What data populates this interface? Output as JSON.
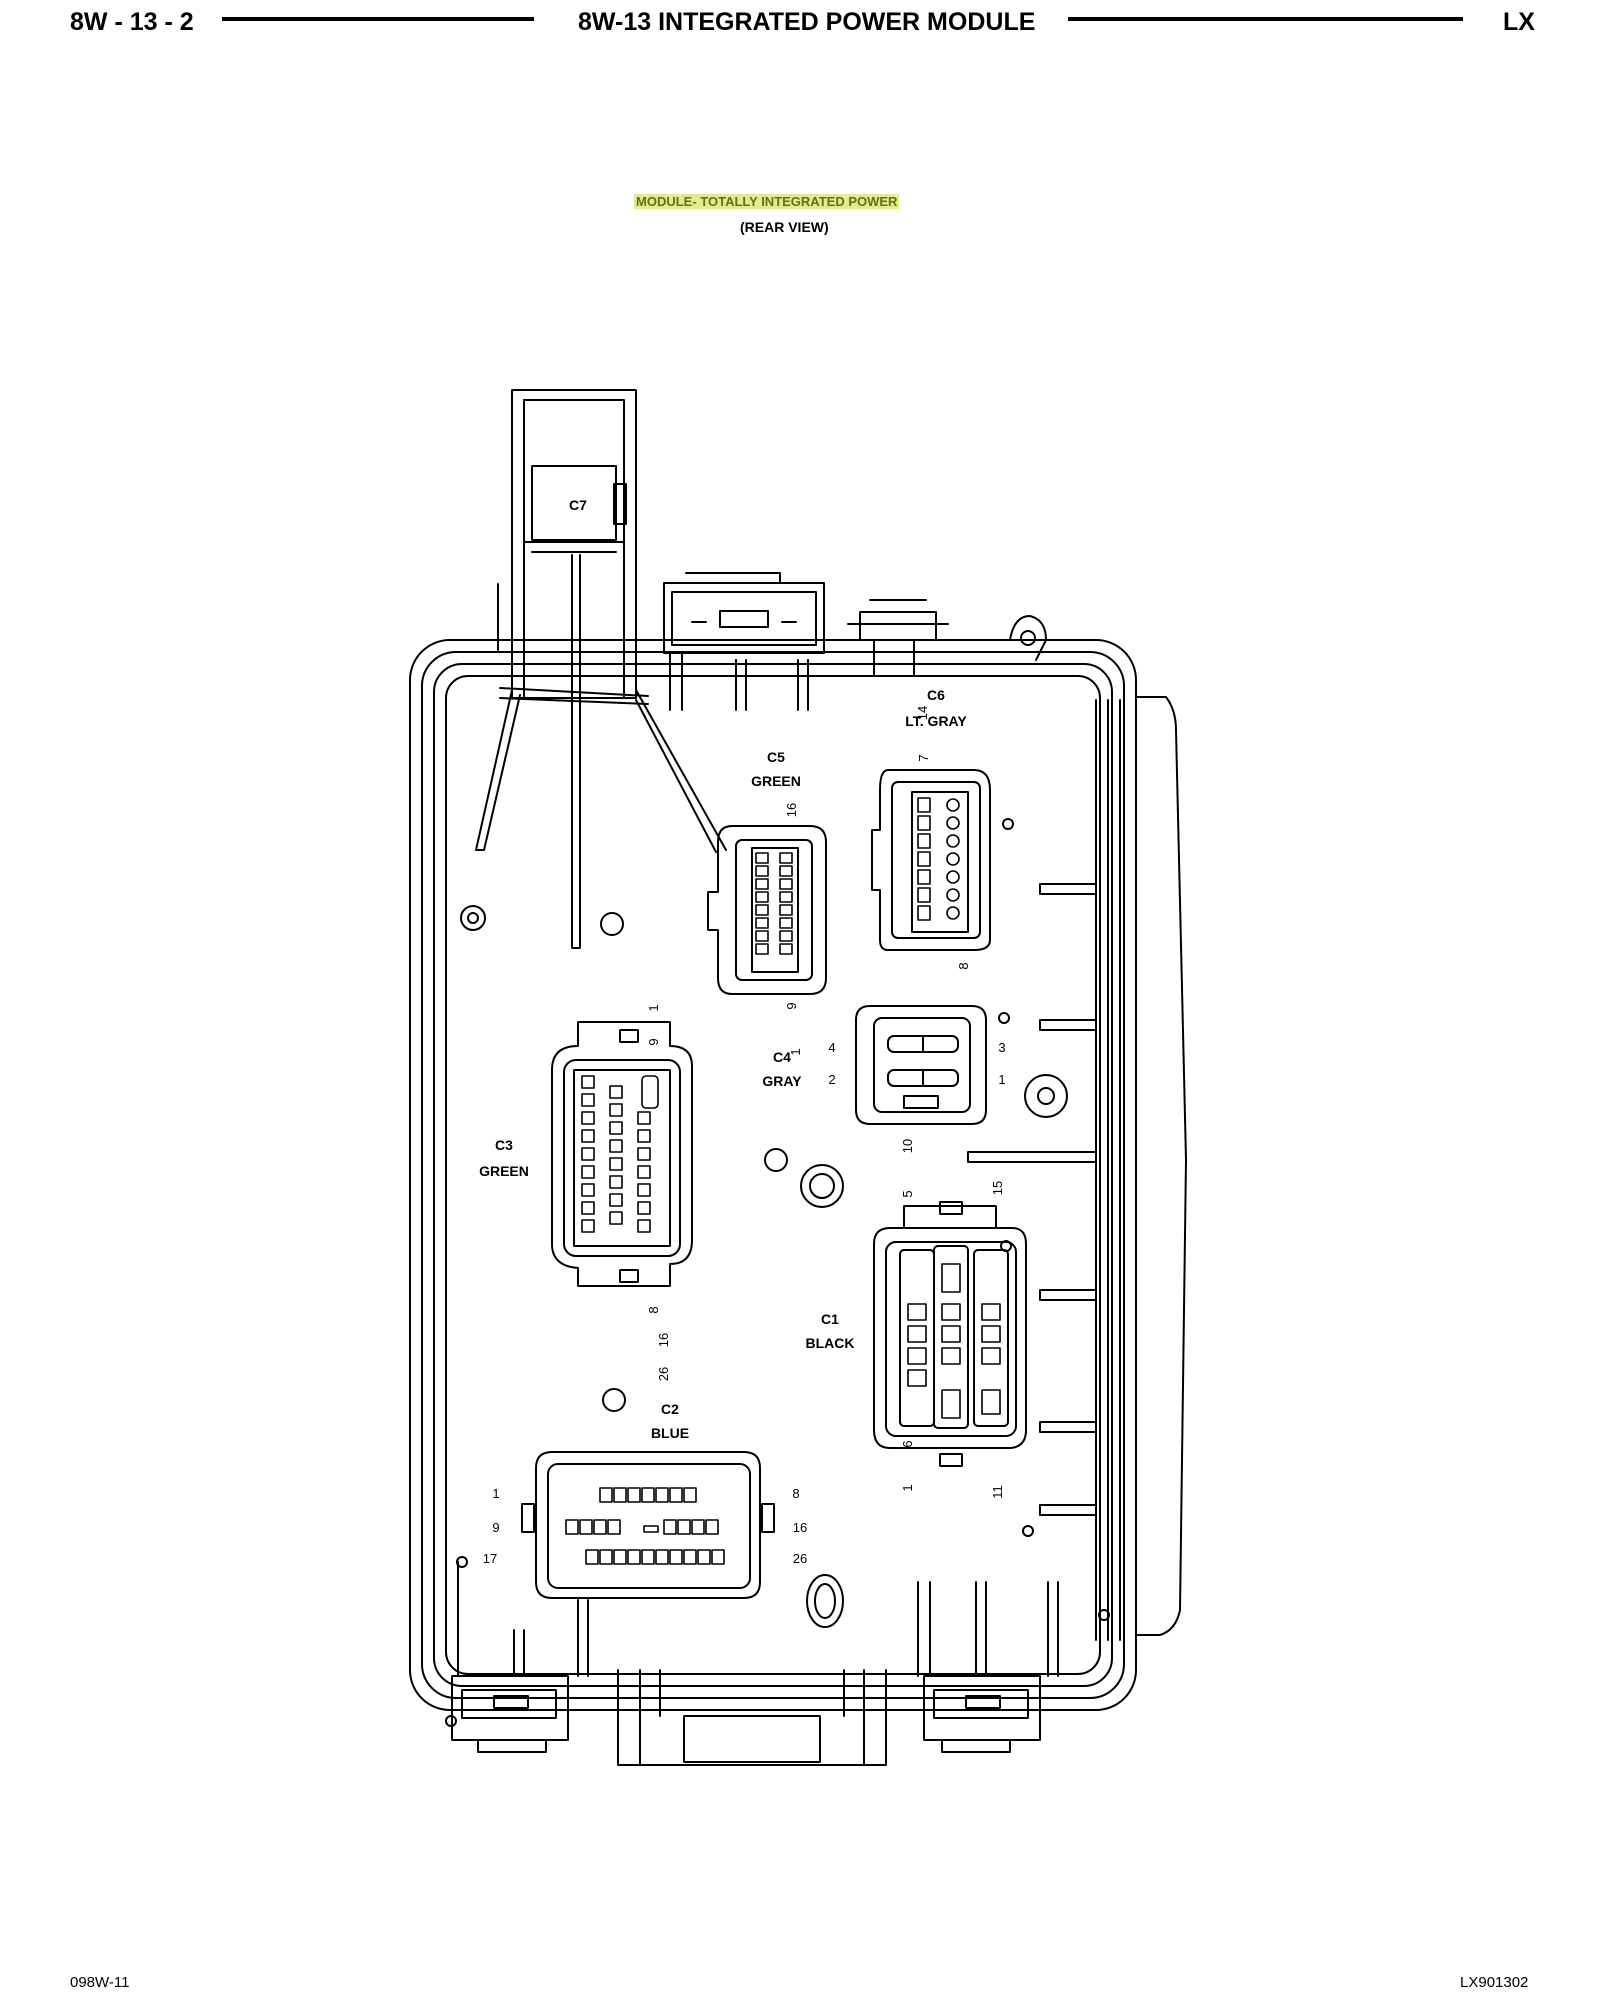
{
  "header": {
    "section_code": "8W - 13 - 2",
    "title": "8W-13 INTEGRATED POWER MODULE",
    "model": "LX"
  },
  "diagram": {
    "title": "MODULE- TOTALLY INTEGRATED POWER",
    "subtitle": "(REAR VIEW)",
    "highlight_color": "#e3ec8a",
    "connectors": [
      {
        "id": "c7",
        "name": "C7",
        "color": ""
      },
      {
        "id": "c6",
        "name": "C6",
        "color": "LT. GRAY",
        "pins": [
          "14",
          "7",
          "8"
        ]
      },
      {
        "id": "c5",
        "name": "C5",
        "color": "GREEN",
        "pins": [
          "16",
          "9"
        ]
      },
      {
        "id": "c4",
        "name": "C4",
        "color": "GRAY",
        "pins": [
          "4",
          "3",
          "2",
          "1"
        ]
      },
      {
        "id": "c3",
        "name": "C3",
        "color": "GREEN",
        "pins": [
          "1",
          "9",
          "1",
          "8",
          "16",
          "26"
        ]
      },
      {
        "id": "c2",
        "name": "C2",
        "color": "BLUE",
        "pins": [
          "1",
          "8",
          "9",
          "16",
          "17",
          "26"
        ]
      },
      {
        "id": "c1",
        "name": "C1",
        "color": "BLACK",
        "pins": [
          "10",
          "5",
          "15",
          "6",
          "1",
          "11"
        ]
      }
    ]
  },
  "footer": {
    "left_code": "098W-11",
    "right_code": "LX901302"
  }
}
